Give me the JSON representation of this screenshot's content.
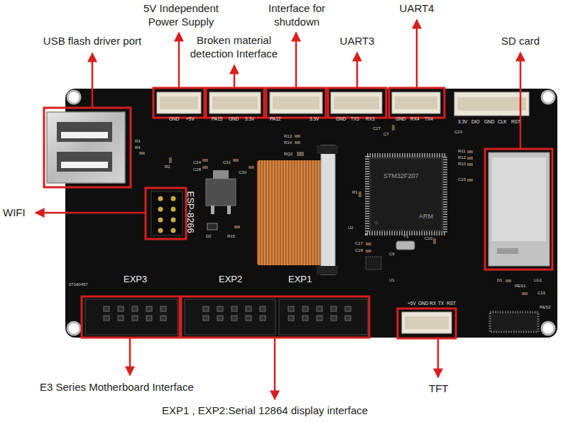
{
  "diagram": {
    "labels": [
      "USB flash driver port",
      "5V Independent Power Supply",
      "Broken material detection Interface",
      "Interface for shutdown",
      "UART3",
      "UART4",
      "SD card",
      "WIFI",
      "E3 Series Motherboard Interface",
      "EXP1 , EXP2:Serial 12864 display interface",
      "TFT",
      "ESP-8266",
      "EXP3",
      "EXP2",
      "EXP1",
      "07160457",
      "GND",
      "+5V",
      "PA15",
      "GND",
      "3.3V",
      "PA12",
      "3.3V",
      "GND",
      "TX3",
      "RX3",
      "GND",
      "RX4",
      "TX4",
      "3.3V",
      "DIO",
      "GND",
      "CLK",
      "RST",
      "+5V",
      "GND",
      "RX",
      "TX",
      "RST",
      "STM32F207",
      "ARM",
      "R3",
      "R4",
      "R2",
      "C24",
      "C28",
      "C31",
      "C30",
      "D2",
      "R15",
      "R13",
      "R14",
      "RQ2",
      "R1",
      "U2",
      "C17",
      "C18",
      "Y1",
      "C9",
      "C10",
      "C27",
      "C7",
      "C23",
      "R11",
      "R12",
      "R10",
      "C15",
      "RES1",
      "RES2",
      "LG1",
      "C16",
      "D1",
      "U1"
    ]
  }
}
